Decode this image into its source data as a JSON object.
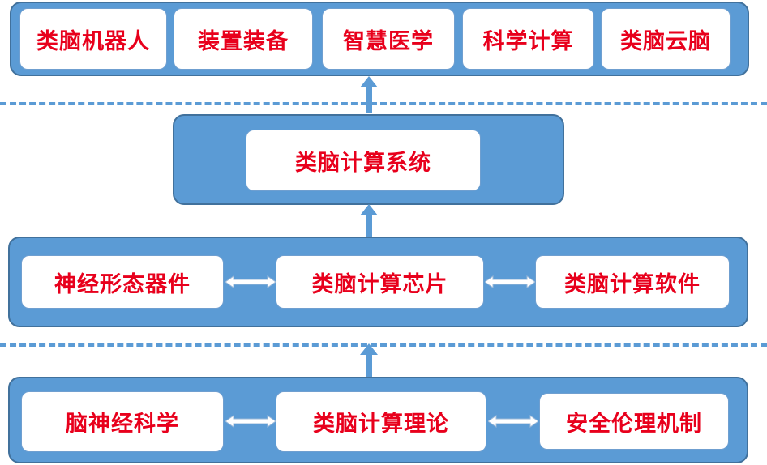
{
  "applications": {
    "items": [
      "类脑机器人",
      "装置装备",
      "智慧医学",
      "科学计算",
      "类脑云脑"
    ]
  },
  "system": {
    "label": "类脑计算系统"
  },
  "hardware": {
    "left": "神经形态器件",
    "center": "类脑计算芯片",
    "right": "类脑计算软件"
  },
  "foundation": {
    "left": "脑神经科学",
    "center": "类脑计算理论",
    "right": "安全伦理机制"
  },
  "colors": {
    "band_fill": "#5b9bd5",
    "band_border": "#41719c",
    "text": "#e8001c"
  }
}
